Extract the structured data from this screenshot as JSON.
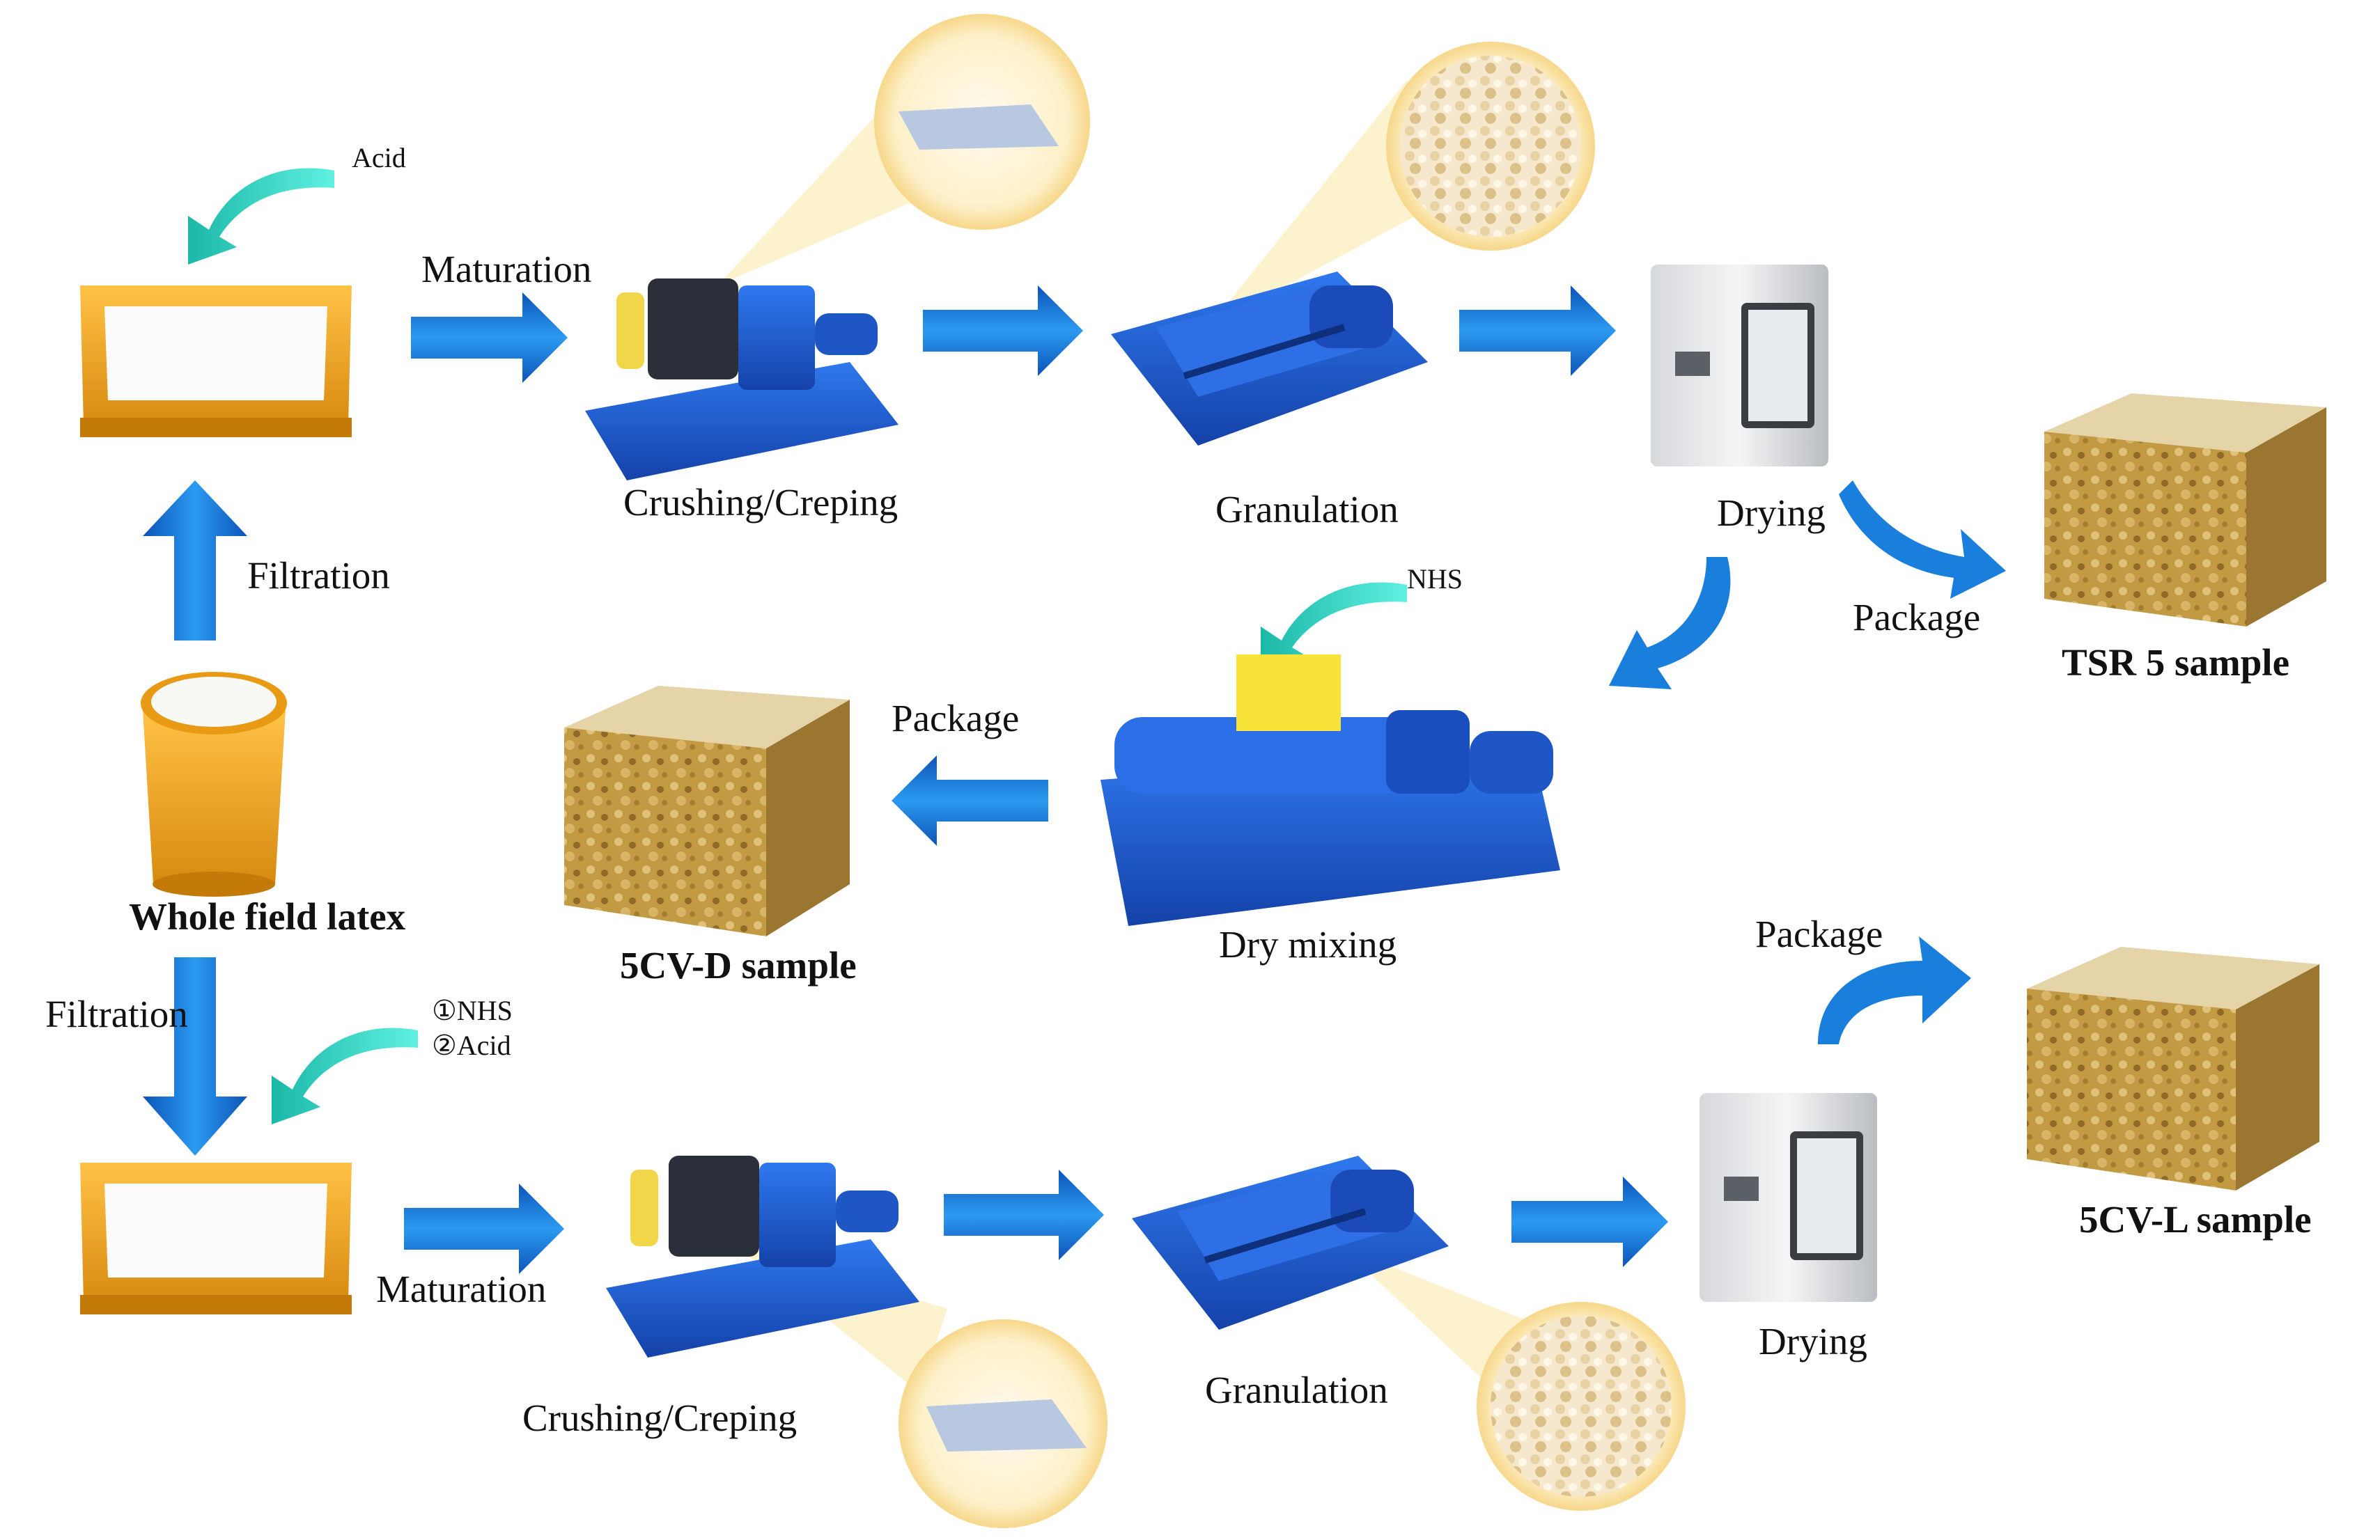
{
  "labels": {
    "acid_top": "Acid",
    "maturation_top": "Maturation",
    "crushing_top": "Crushing/Creping",
    "granulation_top": "Granulation",
    "drying_top": "Drying",
    "package_tsr": "Package",
    "tsr_sample": "TSR 5 sample",
    "filtration_up": "Filtration",
    "nhs_mid": "NHS",
    "package_mid": "Package",
    "cv_d_sample": "5CV-D sample",
    "dry_mixing": "Dry mixing",
    "whole_latex": "Whole field latex",
    "filtration_down": "Filtration",
    "step1": "①NHS",
    "step2": "②Acid",
    "package_bottom": "Package",
    "cv_l_sample": "5CV-L sample",
    "maturation_bottom": "Maturation",
    "crushing_bottom": "Crushing/Creping",
    "granulation_bottom": "Granulation",
    "drying_bottom": "Drying"
  },
  "colors": {
    "arrow_blue": "#1a7fdc",
    "curve_teal": "#2fd3c4",
    "machine_blue": "#1f5fd6",
    "tray_orange": "#f2a51e",
    "sample_gold": "#c9a24b",
    "zoom_yellow": "#fbe7a6"
  }
}
